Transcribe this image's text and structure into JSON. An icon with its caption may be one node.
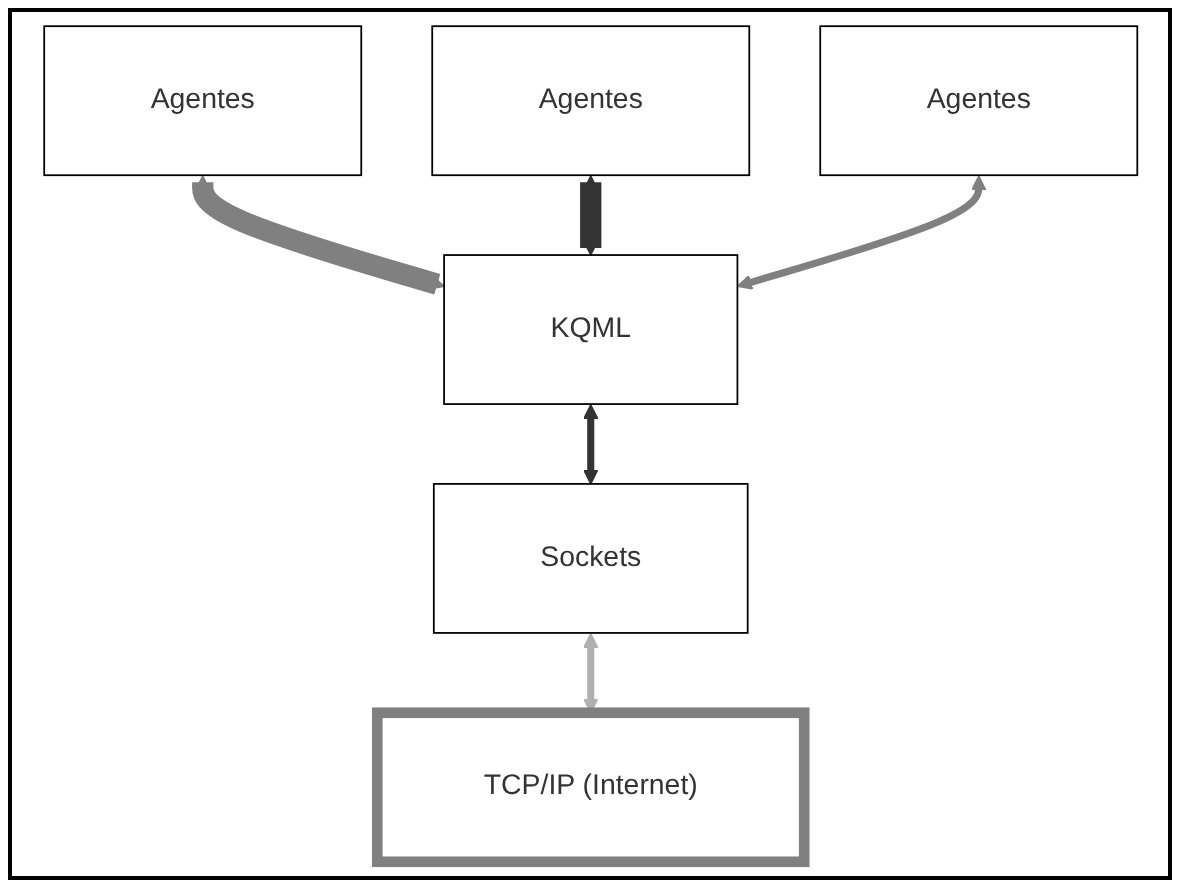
{
  "diagram": {
    "nodes": [
      {
        "text": [
          "Agentes"
        ]
      },
      {
        "text": [
          "Agentes"
        ]
      },
      {
        "text": [
          "Agentes"
        ]
      },
      {
        "text": [
          "KQML"
        ]
      },
      {
        "text": [
          "Sockets"
        ]
      },
      {
        "text": [
          "TCP/IP (Internet)"
        ]
      }
    ],
    "edges": [
      {
        "from": 0,
        "to": 3,
        "arrow": "both",
        "style": "thick",
        "color": "#808080"
      },
      {
        "from": 1,
        "to": 3,
        "arrow": "both",
        "style": "thick"
      },
      {
        "from": 2,
        "to": 3,
        "arrow": "both",
        "color": "#808080"
      },
      {
        "from": 3,
        "to": 4,
        "arrow": "both"
      },
      {
        "from": 4,
        "to": 5,
        "arrow": "both",
        "color": "#b0b0b0"
      }
    ]
  }
}
